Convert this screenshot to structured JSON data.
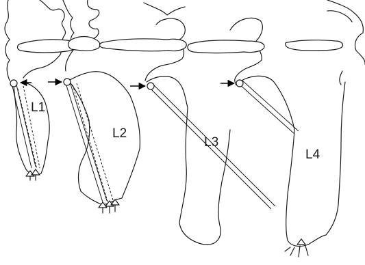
{
  "figure": {
    "panels": [
      {
        "label": "L1"
      },
      {
        "label": "L2"
      },
      {
        "label": "L3"
      },
      {
        "label": "L4"
      }
    ]
  }
}
